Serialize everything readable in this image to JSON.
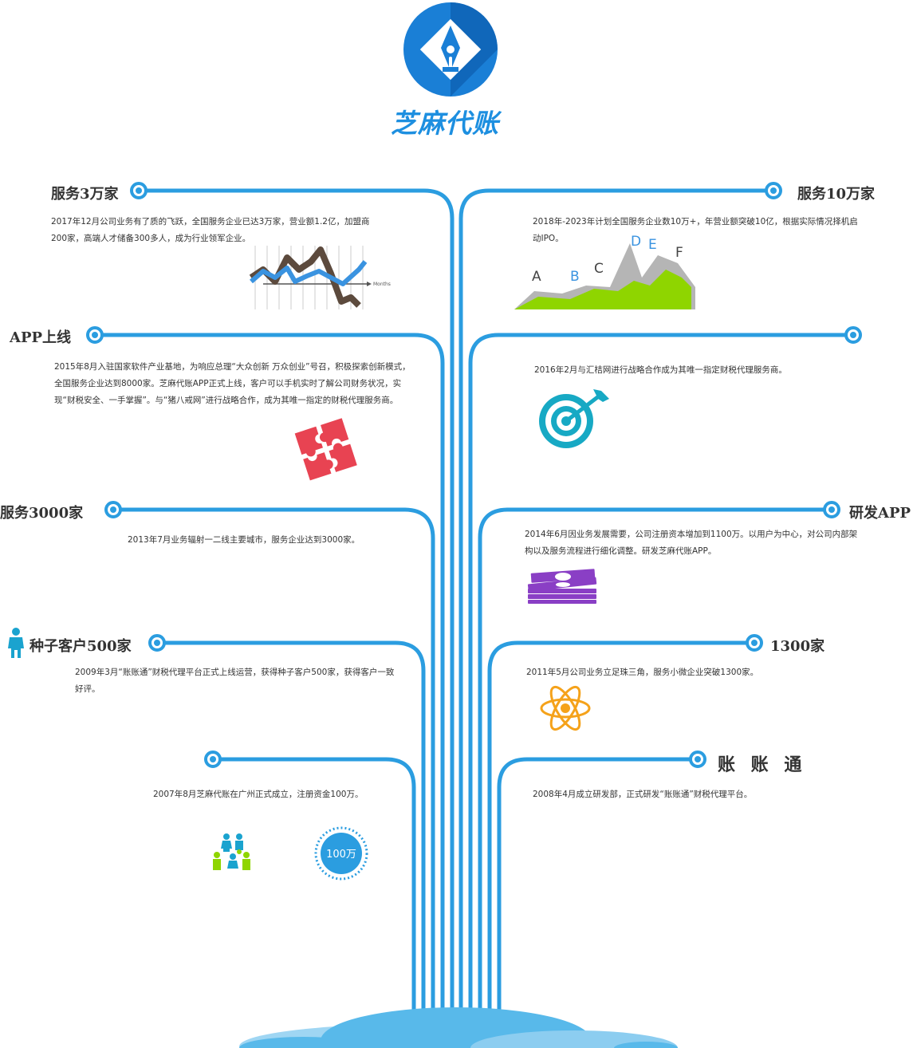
{
  "brand": {
    "name": "芝麻代账",
    "colors": {
      "primary": "#1d8fe0",
      "tree": "#2b9de0",
      "cloud": "#58b9ea"
    }
  },
  "milestones": [
    {
      "id": "service-30k",
      "title": "服务3万家",
      "text": "2017年12月公司业务有了质的飞跃，全国服务企业已达3万家，营业额1.2亿，加盟商200家，高端人才储备300多人，成为行业领军企业。",
      "icon": "stock-line-chart-icon",
      "chart_axis_label": "Months"
    },
    {
      "id": "service-100k",
      "title": "服务10万家",
      "text": "2018年-2023年计划全国服务企业数10万+，年营业额突破10亿，根据实际情况择机启动IPO。",
      "icon": "mountain-area-chart-icon",
      "chart_labels": [
        "A",
        "B",
        "C",
        "D",
        "E",
        "F"
      ]
    },
    {
      "id": "app-launch",
      "title": "APP上线",
      "text": "2015年8月入驻国家软件产业基地，为响应总理“大众创新 万众创业”号召，积极探索创新模式，全国服务企业达到8000家。芝麻代账APP正式上线，客户可以手机实时了解公司财务状况，实现“财税安全、一手掌握”。与“猪八戒网”进行战略合作，成为其唯一指定的财税代理服务商。",
      "icon": "puzzle-icon"
    },
    {
      "id": "partner-huiju",
      "title": "",
      "text": "2016年2月与汇桔网进行战略合作成为其唯一指定财税代理服务商。",
      "icon": "target-arrow-icon"
    },
    {
      "id": "service-3000",
      "title": "服务3000家",
      "text": "2013年7月业务辐射一二线主要城市，服务企业达到3000家。",
      "icon": ""
    },
    {
      "id": "develop-app",
      "title": "研发APP",
      "text": "2014年6月因业务发展需要，公司注册资本增加到1100万。以用户为中心，对公司内部架构以及服务流程进行细化调整。研发芝麻代账APP。",
      "icon": "money-stack-icon"
    },
    {
      "id": "seed-500",
      "title": "种子客户500家",
      "text": "2009年3月“账账通”财税代理平台正式上线运营，获得种子客户500家，获得客户一致好评。",
      "icon": "person-icon"
    },
    {
      "id": "clients-1300",
      "title": "1300家",
      "text": "2011年5月公司业务立足珠三角，服务小微企业突破1300家。",
      "icon": "atom-icon"
    },
    {
      "id": "founded",
      "title": "",
      "text": "2007年8月芝麻代账在广州正式成立，注册资金100万。",
      "icon": "people-group-icon",
      "badge": "100万"
    },
    {
      "id": "zhangzhangtong",
      "title": "账 账 通",
      "text": "2008年4月成立研发部，正式研发“账账通”财税代理平台。",
      "icon": ""
    }
  ]
}
